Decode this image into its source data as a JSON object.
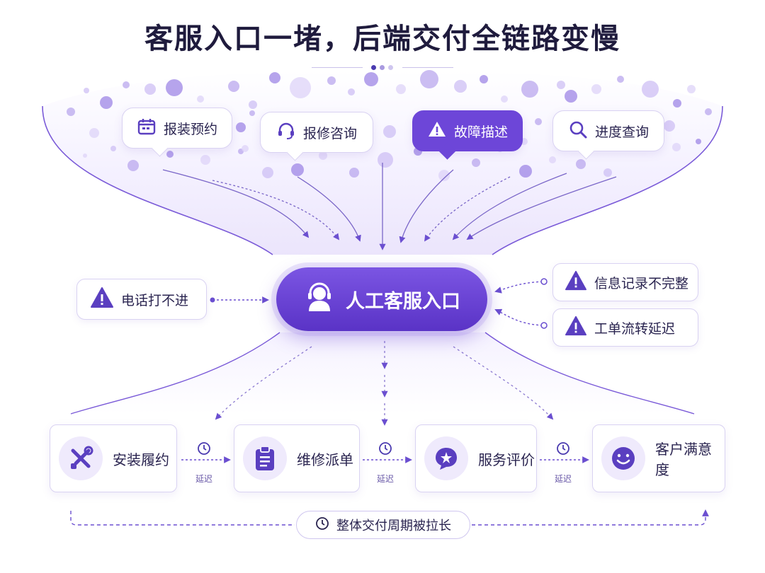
{
  "title": "客服入口一堵，后端交付全链路变慢",
  "colors": {
    "primary": "#6d46d8",
    "dark": "#1f1b3d",
    "soft": "#efeafc",
    "line": "#6b4fd0"
  },
  "top_requests": [
    {
      "label": "报装预约",
      "icon": "calendar-icon",
      "highlight": false
    },
    {
      "label": "报修咨询",
      "icon": "headset-icon",
      "highlight": false
    },
    {
      "label": "故障描述",
      "icon": "warning-icon",
      "highlight": true
    },
    {
      "label": "进度查询",
      "icon": "search-icon",
      "highlight": false
    }
  ],
  "center": {
    "label": "人工客服入口",
    "icon": "agent-icon"
  },
  "left_issue": {
    "label": "电话打不进",
    "icon": "warning-icon"
  },
  "right_issues": [
    {
      "label": "信息记录不完整",
      "icon": "warning-icon"
    },
    {
      "label": "工单流转延迟",
      "icon": "warning-icon"
    }
  ],
  "stages": [
    {
      "label": "安装履约",
      "icon": "tools-icon"
    },
    {
      "label": "维修派单",
      "icon": "clipboard-icon"
    },
    {
      "label": "服务评价",
      "icon": "chat-star-icon"
    },
    {
      "label": "客户满意度",
      "icon": "smile-icon"
    }
  ],
  "delays": [
    {
      "label": "延迟",
      "icon": "clock-icon"
    },
    {
      "label": "延迟",
      "icon": "clock-icon"
    },
    {
      "label": "延迟",
      "icon": "clock-icon"
    }
  ],
  "footer": {
    "label": "整体交付周期被拉长",
    "icon": "clock-icon"
  }
}
